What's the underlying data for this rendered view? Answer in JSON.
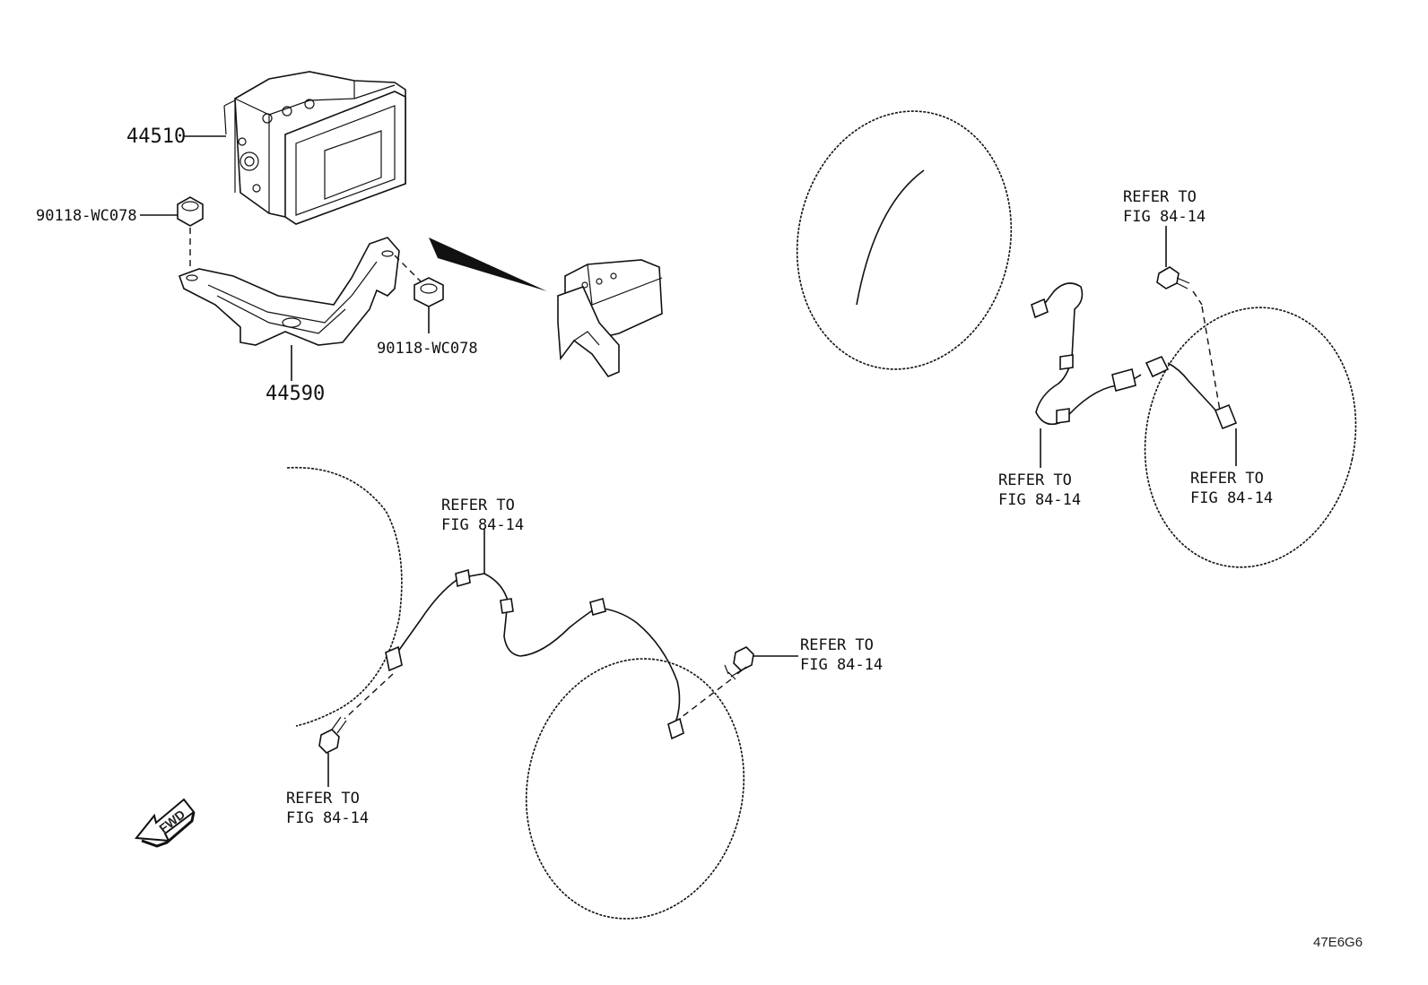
{
  "diagram": {
    "parts": {
      "actuator": "44510",
      "nut_upper": "90118-WC078",
      "nut_lower": "90118-WC078",
      "bracket": "44590"
    },
    "refs": {
      "ref_rr_top_l1": "REFER TO",
      "ref_rr_top_l2": "FIG 84-14",
      "ref_rr_wire_l1": "REFER TO",
      "ref_rr_wire_l2": "FIG 84-14",
      "ref_rr_sensor_l1": "REFER TO",
      "ref_rr_sensor_l2": "FIG 84-14",
      "ref_fr_wire_l1": "REFER TO",
      "ref_fr_wire_l2": "FIG 84-14",
      "ref_fr_bolt_l1": "REFER TO",
      "ref_fr_bolt_l2": "FIG 84-14",
      "ref_fl_bolt_l1": "REFER TO",
      "ref_fl_bolt_l2": "FIG 84-14"
    },
    "fwd_label": "FWD",
    "figure_code": "47E6G6"
  }
}
